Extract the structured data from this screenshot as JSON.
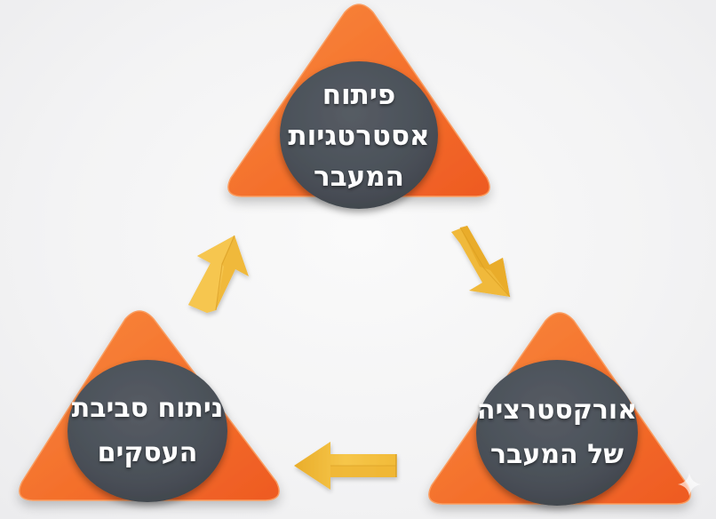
{
  "diagram": {
    "type": "cycle",
    "direction": "clockwise",
    "colors": {
      "background": "#f4f4f5",
      "triangle": "#f26a2a",
      "triangle_light": "#f7893c",
      "circle": "#4a5058",
      "arrow": "#f0bd3c",
      "text": "#ffffff"
    },
    "nodes": [
      {
        "id": "top",
        "lines": [
          "פיתוח",
          "אסטרטגיות",
          "המעבר"
        ]
      },
      {
        "id": "bottom-right",
        "lines": [
          "אורקסטרציה",
          "של המעבר"
        ]
      },
      {
        "id": "bottom-left",
        "lines": [
          "ניתוח סביבת",
          "העסקים"
        ]
      }
    ],
    "arrows": [
      {
        "from": "top",
        "to": "bottom-right",
        "icon": "arrow-down-right-icon"
      },
      {
        "from": "bottom-right",
        "to": "bottom-left",
        "icon": "arrow-left-icon"
      },
      {
        "from": "bottom-left",
        "to": "top",
        "icon": "arrow-up-right-icon"
      }
    ],
    "watermark_icon": "sparkle-icon"
  }
}
